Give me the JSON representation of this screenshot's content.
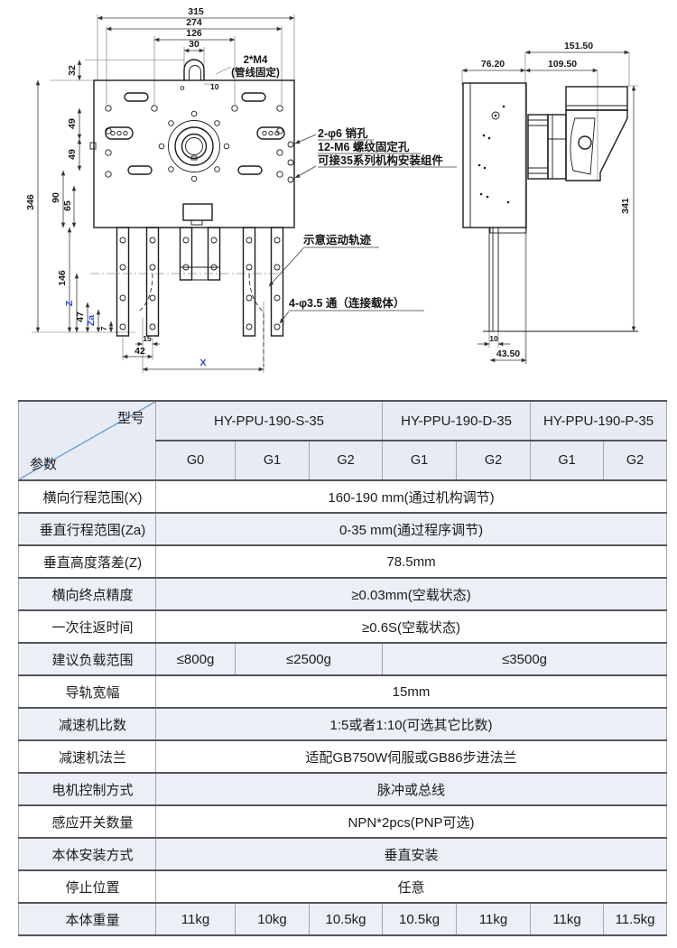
{
  "drawings": {
    "front": {
      "labels": {
        "d315": "315",
        "d274": "274",
        "d126": "126",
        "d30": "30",
        "d32": "32",
        "d346": "346",
        "d49a": "49",
        "d49b": "49",
        "d90": "90",
        "d65": "65",
        "d146": "146",
        "dz": "Z",
        "d47": "47",
        "dza": "Za",
        "d7": "7",
        "d15": "15",
        "d42": "42",
        "dx": "X",
        "d10hook": "10",
        "m4a": "2*M4",
        "m4b": "(管线固定)",
        "note1": "2-φ6 销孔",
        "note2": "12-M6 螺纹固定孔",
        "note3": "可接35系列机构安装组件",
        "traj": "示意运动轨迹",
        "conn": "4-φ3.5 通（连接载体）"
      }
    },
    "side": {
      "labels": {
        "d151": "151.50",
        "d76": "76.20",
        "d109": "109.50",
        "d341": "341",
        "d10": "10",
        "d43": "43.50"
      }
    },
    "accent_blue": "#2a4bd7"
  },
  "table": {
    "colors": {
      "header_bg": "#e7ecf4",
      "alt_row_bg": "#ebeff6",
      "row_bg": "#ffffff",
      "h_border": "#53565b",
      "v_border": "#a3a8af",
      "diagonal": "#74a3d9"
    },
    "header": {
      "model_label": "型号",
      "param_label": "参数",
      "models": [
        {
          "name": "HY-PPU-190-S-35",
          "cols": [
            "G0",
            "G1",
            "G2"
          ]
        },
        {
          "name": "HY-PPU-190-D-35",
          "cols": [
            "G1",
            "G2"
          ]
        },
        {
          "name": "HY-PPU-190-P-35",
          "cols": [
            "G1",
            "G2"
          ]
        }
      ]
    },
    "rows": [
      {
        "label": "横向行程范围(X)",
        "cells": [
          {
            "text": "160-190 mm(通过机构调节)",
            "span": 7
          }
        ]
      },
      {
        "label": "垂直行程范围(Za)",
        "cells": [
          {
            "text": "0-35 mm(通过程序调节)",
            "span": 7
          }
        ]
      },
      {
        "label": "垂直高度落差(Z)",
        "cells": [
          {
            "text": "78.5mm",
            "span": 7
          }
        ]
      },
      {
        "label": "横向终点精度",
        "cells": [
          {
            "text": "≥0.03mm(空载状态)",
            "span": 7
          }
        ]
      },
      {
        "label": "一次往返时间",
        "cells": [
          {
            "text": "≥0.6S(空载状态)",
            "span": 7
          }
        ]
      },
      {
        "label": "建议负载范围",
        "cells": [
          {
            "text": "≤800g",
            "span": 1
          },
          {
            "text": "≤2500g",
            "span": 2
          },
          {
            "text": "≤3500g",
            "span": 4
          }
        ]
      },
      {
        "label": "导轨宽幅",
        "cells": [
          {
            "text": "15mm",
            "span": 7
          }
        ]
      },
      {
        "label": "减速机比数",
        "cells": [
          {
            "text": "1:5或者1:10(可选其它比数)",
            "span": 7
          }
        ]
      },
      {
        "label": "减速机法兰",
        "cells": [
          {
            "text": "适配GB750W伺服或GB86步进法兰",
            "span": 7
          }
        ]
      },
      {
        "label": "电机控制方式",
        "cells": [
          {
            "text": "脉冲或总线",
            "span": 7
          }
        ]
      },
      {
        "label": "感应开关数量",
        "cells": [
          {
            "text": "NPN*2pcs(PNP可选)",
            "span": 7
          }
        ]
      },
      {
        "label": "本体安装方式",
        "cells": [
          {
            "text": "垂直安装",
            "span": 7
          }
        ]
      },
      {
        "label": "停止位置",
        "cells": [
          {
            "text": "任意",
            "span": 7
          }
        ]
      },
      {
        "label": "本体重量",
        "cells": [
          {
            "text": "11kg",
            "span": 1
          },
          {
            "text": "10kg",
            "span": 1
          },
          {
            "text": "10.5kg",
            "span": 1
          },
          {
            "text": "10.5kg",
            "span": 1
          },
          {
            "text": "11kg",
            "span": 1
          },
          {
            "text": "11kg",
            "span": 1
          },
          {
            "text": "11.5kg",
            "span": 1
          }
        ]
      }
    ]
  }
}
